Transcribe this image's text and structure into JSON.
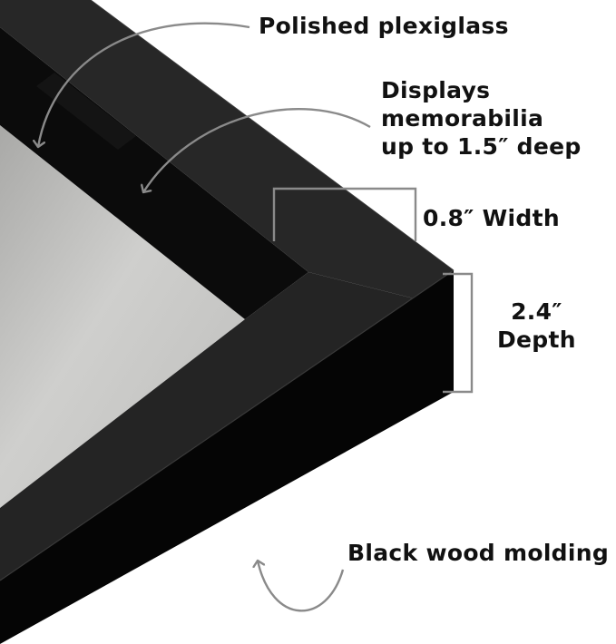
{
  "callouts": {
    "plexiglass": "Polished plexiglass",
    "displays": [
      "Displays",
      "memorabilia",
      "up to 1.5″ deep"
    ],
    "width": "0.8″ Width",
    "depth": [
      "2.4″",
      "Depth"
    ],
    "molding": "Black wood molding"
  },
  "colors": {
    "frame_front": "#262626",
    "frame_side": "#050505",
    "inner_wall": "#0a0a0a",
    "backing": "#c8c8c6",
    "annotation_line": "#8a8a8a",
    "text": "#111111"
  }
}
